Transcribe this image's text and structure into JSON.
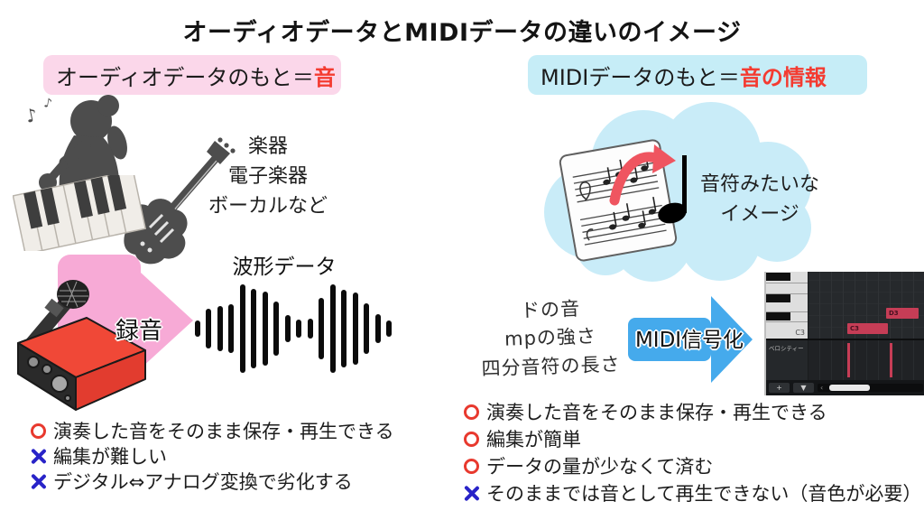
{
  "title": "オーディオデータとMIDIデータの違いのイメージ",
  "colors": {
    "accent_red": "#f43b31",
    "audio_header_bg": "#fbd7ea",
    "midi_header_bg": "#c6edf7",
    "pink_arrow": "#f7aad6",
    "blue_arrow": "#45aaec",
    "good_mark": "#e8392e",
    "bad_mark": "#2823c8",
    "midi_note": "#c63d56"
  },
  "audio_section": {
    "header_prefix": "オーディオデータのもと＝",
    "header_accent": "音",
    "source_caption": [
      "楽器",
      "電子楽器",
      "ボーカルなど"
    ],
    "record_arrow_label": "録音",
    "waveform_title": "波形データ",
    "waveform_bars": [
      18,
      42,
      48,
      52,
      95,
      84,
      78,
      58,
      28,
      20,
      22,
      66,
      94,
      82,
      76,
      54,
      30,
      18
    ],
    "points": [
      {
        "mark": "good",
        "text": "演奏した音をそのまま保存・再生できる"
      },
      {
        "mark": "bad",
        "text": "編集が難しい"
      },
      {
        "mark": "bad",
        "text": "デジタル⇔アナログ変換で劣化する"
      }
    ]
  },
  "midi_section": {
    "header_prefix": "MIDIデータのもと＝",
    "header_accent": "音の情報",
    "cloud_caption": [
      "音符みたいな",
      "イメージ"
    ],
    "note_info": [
      "ドの音",
      "mpの強さ",
      "四分音符の長さ"
    ],
    "convert_arrow_label": "MIDI信号化",
    "piano_roll": {
      "key_label": "C3",
      "notes": [
        {
          "label": "C3"
        },
        {
          "label": "D3"
        },
        {
          "label": "C3"
        }
      ],
      "velocity_label": "ベロシティー",
      "velocity_line_positions": [
        43,
        90,
        135
      ],
      "add_button_label": "+",
      "menu_button_label": "▼",
      "scroll_arrow_label": "‹"
    },
    "points": [
      {
        "mark": "good",
        "text": "演奏した音をそのまま保存・再生できる"
      },
      {
        "mark": "good",
        "text": "編集が簡単"
      },
      {
        "mark": "good",
        "text": "データの量が少なくて済む"
      },
      {
        "mark": "bad",
        "text": "そのままでは音として再生できない（音色が必要）"
      }
    ]
  }
}
